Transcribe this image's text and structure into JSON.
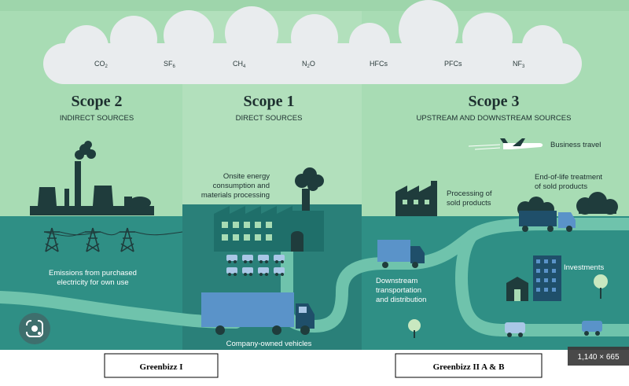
{
  "gases": [
    {
      "base": "CO",
      "sub": "2"
    },
    {
      "base": "SF",
      "sub": "6"
    },
    {
      "base": "CH",
      "sub": "4"
    },
    {
      "base": "N",
      "sub": "2",
      "tail": "O"
    },
    {
      "base": "HFCs",
      "sub": ""
    },
    {
      "base": "PFCs",
      "sub": ""
    },
    {
      "base": "NF",
      "sub": "3"
    }
  ],
  "scopes": {
    "scope2": {
      "title": "Scope 2",
      "subtitle": "INDIRECT SOURCES"
    },
    "scope1": {
      "title": "Scope 1",
      "subtitle": "DIRECT SOURCES"
    },
    "scope3": {
      "title": "Scope 3",
      "subtitle": "UPSTREAM AND DOWNSTREAM SOURCES"
    }
  },
  "labels": {
    "emissions_line1": "Emissions from purchased",
    "emissions_line2": "electricity for own use",
    "onsite_line1": "Onsite energy",
    "onsite_line2": "consumption and",
    "onsite_line3": "materials processing",
    "company_vehicles": "Company-owned vehicles",
    "business_travel": "Business travel",
    "processing_line1": "Processing of",
    "processing_line2": "sold products",
    "eol_line1": "End-of-life treatment",
    "eol_line2": "of sold products",
    "investments": "Investments",
    "downstream_line1": "Downstream",
    "downstream_line2": "transportation",
    "downstream_line3": "and distribution",
    "sold_products_partial": "sold produ"
  },
  "image_size": "1,140 × 665",
  "captions": {
    "left": "Greenbizz I",
    "right": "Greenbizz II A & B"
  },
  "colors": {
    "sky": "#a8dcb4",
    "ground": "#2f8f85",
    "ground_dark": "#1f6f6a",
    "road": "#6fc3ac",
    "dark": "#1f3c3c",
    "blue": "#5a93c9",
    "cloud": "#e9ecee"
  }
}
